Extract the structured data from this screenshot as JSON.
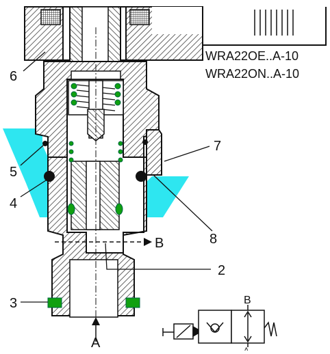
{
  "models": [
    "WRA22OE..A-10",
    "WRA22ON..A-10"
  ],
  "callouts": [
    {
      "id": "6",
      "text": "6"
    },
    {
      "id": "5",
      "text": "5"
    },
    {
      "id": "4",
      "text": "4"
    },
    {
      "id": "3",
      "text": "3"
    },
    {
      "id": "7",
      "text": "7"
    },
    {
      "id": "8",
      "text": "8"
    },
    {
      "id": "2",
      "text": "2"
    }
  ],
  "ports": {
    "a": "A",
    "b": "B"
  },
  "symbol": {
    "port_top": "B",
    "port_bottom": "A"
  },
  "colors": {
    "fluid": "#2ee6f0",
    "seal": "#10a010",
    "oring": "#111111",
    "hatch": "#222222"
  }
}
